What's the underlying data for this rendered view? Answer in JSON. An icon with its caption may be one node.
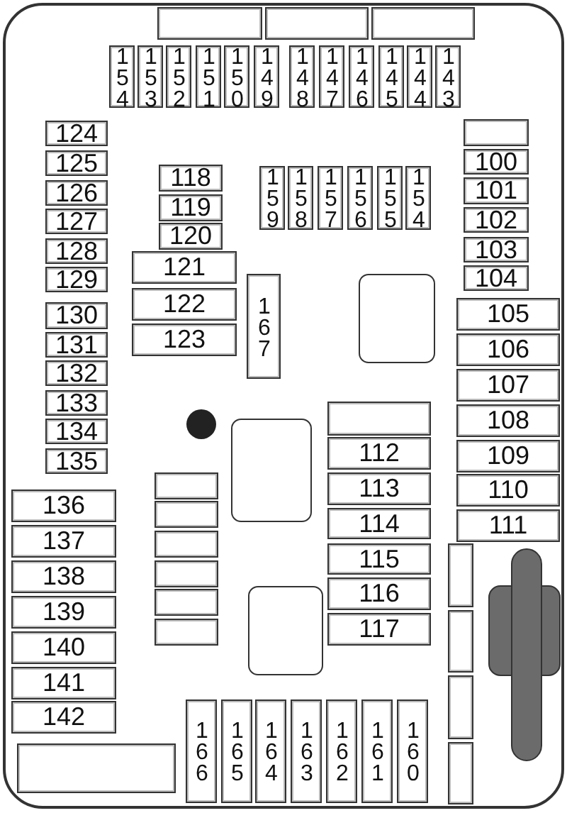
{
  "diagram": {
    "nodes": [
      {
        "text": [],
        "shape": "box"
      },
      {
        "text": [],
        "shape": "box"
      },
      {
        "text": [],
        "shape": "box"
      },
      {
        "text": [
          "154"
        ]
      },
      {
        "text": [
          "153"
        ]
      },
      {
        "text": [
          "152"
        ]
      },
      {
        "text": [
          "151"
        ]
      },
      {
        "text": [
          "150"
        ]
      },
      {
        "text": [
          "149"
        ]
      },
      {
        "text": [
          "148"
        ]
      },
      {
        "text": [
          "147"
        ]
      },
      {
        "text": [
          "146"
        ]
      },
      {
        "text": [
          "145"
        ]
      },
      {
        "text": [
          "144"
        ]
      },
      {
        "text": [
          "143"
        ]
      },
      {
        "text": [
          "124"
        ]
      },
      {
        "text": [
          "125"
        ]
      },
      {
        "text": [
          "126"
        ]
      },
      {
        "text": [
          "127"
        ]
      },
      {
        "text": [
          "128"
        ]
      },
      {
        "text": [
          "129"
        ]
      },
      {
        "text": [
          "130"
        ]
      },
      {
        "text": [
          "131"
        ]
      },
      {
        "text": [
          "132"
        ]
      },
      {
        "text": [
          "133"
        ]
      },
      {
        "text": [
          "134"
        ]
      },
      {
        "text": [
          "135"
        ]
      },
      {
        "text": [
          "118"
        ]
      },
      {
        "text": [
          "119"
        ]
      },
      {
        "text": [
          "120"
        ]
      },
      {
        "text": [
          "121"
        ]
      },
      {
        "text": [
          "122"
        ]
      },
      {
        "text": [
          "123"
        ]
      },
      {
        "text": [
          "167"
        ]
      },
      {
        "text": [
          "159"
        ]
      },
      {
        "text": [
          "158"
        ]
      },
      {
        "text": [
          "157"
        ]
      },
      {
        "text": [
          "156"
        ]
      },
      {
        "text": [
          "155"
        ]
      },
      {
        "text": [
          "154"
        ]
      },
      {
        "text": [],
        "shape": "box"
      },
      {
        "text": [
          "100"
        ]
      },
      {
        "text": [
          "101"
        ]
      },
      {
        "text": [
          "102"
        ]
      },
      {
        "text": [
          "103"
        ]
      },
      {
        "text": [
          "104"
        ]
      },
      {
        "text": [
          "105"
        ]
      },
      {
        "text": [
          "106"
        ]
      },
      {
        "text": [
          "107"
        ]
      },
      {
        "text": [
          "108"
        ]
      },
      {
        "text": [
          "109"
        ]
      },
      {
        "text": [
          "110"
        ]
      },
      {
        "text": [
          "111"
        ]
      },
      {
        "text": [],
        "shape": "box"
      },
      {
        "text": [
          "112"
        ]
      },
      {
        "text": [
          "113"
        ]
      },
      {
        "text": [
          "114"
        ]
      },
      {
        "text": [
          "115"
        ]
      },
      {
        "text": [
          "116"
        ]
      },
      {
        "text": [
          "117"
        ]
      },
      {
        "text": [],
        "shape": "box"
      },
      {
        "text": [],
        "shape": "box"
      },
      {
        "text": [],
        "shape": "box"
      },
      {
        "text": [],
        "shape": "box"
      },
      {
        "text": [],
        "shape": "box"
      },
      {
        "text": [],
        "shape": "box"
      },
      {
        "text": [
          "136"
        ]
      },
      {
        "text": [
          "137"
        ]
      },
      {
        "text": [
          "138"
        ]
      },
      {
        "text": [
          "139"
        ]
      },
      {
        "text": [
          "140"
        ]
      },
      {
        "text": [
          "141"
        ]
      },
      {
        "text": [
          "142"
        ]
      },
      {
        "text": [],
        "shape": "box"
      },
      {
        "text": [
          "166"
        ]
      },
      {
        "text": [
          "165"
        ]
      },
      {
        "text": [
          "164"
        ]
      },
      {
        "text": [
          "163"
        ]
      },
      {
        "text": [
          "162"
        ]
      },
      {
        "text": [
          "161"
        ]
      },
      {
        "text": [
          "160"
        ]
      },
      {
        "text": [],
        "shape": "box"
      },
      {
        "text": [],
        "shape": "box"
      },
      {
        "text": [],
        "shape": "box"
      },
      {
        "text": [],
        "shape": "box"
      },
      {
        "text": [],
        "shape": "box"
      },
      {
        "text": [],
        "shape": "box"
      },
      {
        "text": [],
        "shape": "box"
      }
    ]
  }
}
